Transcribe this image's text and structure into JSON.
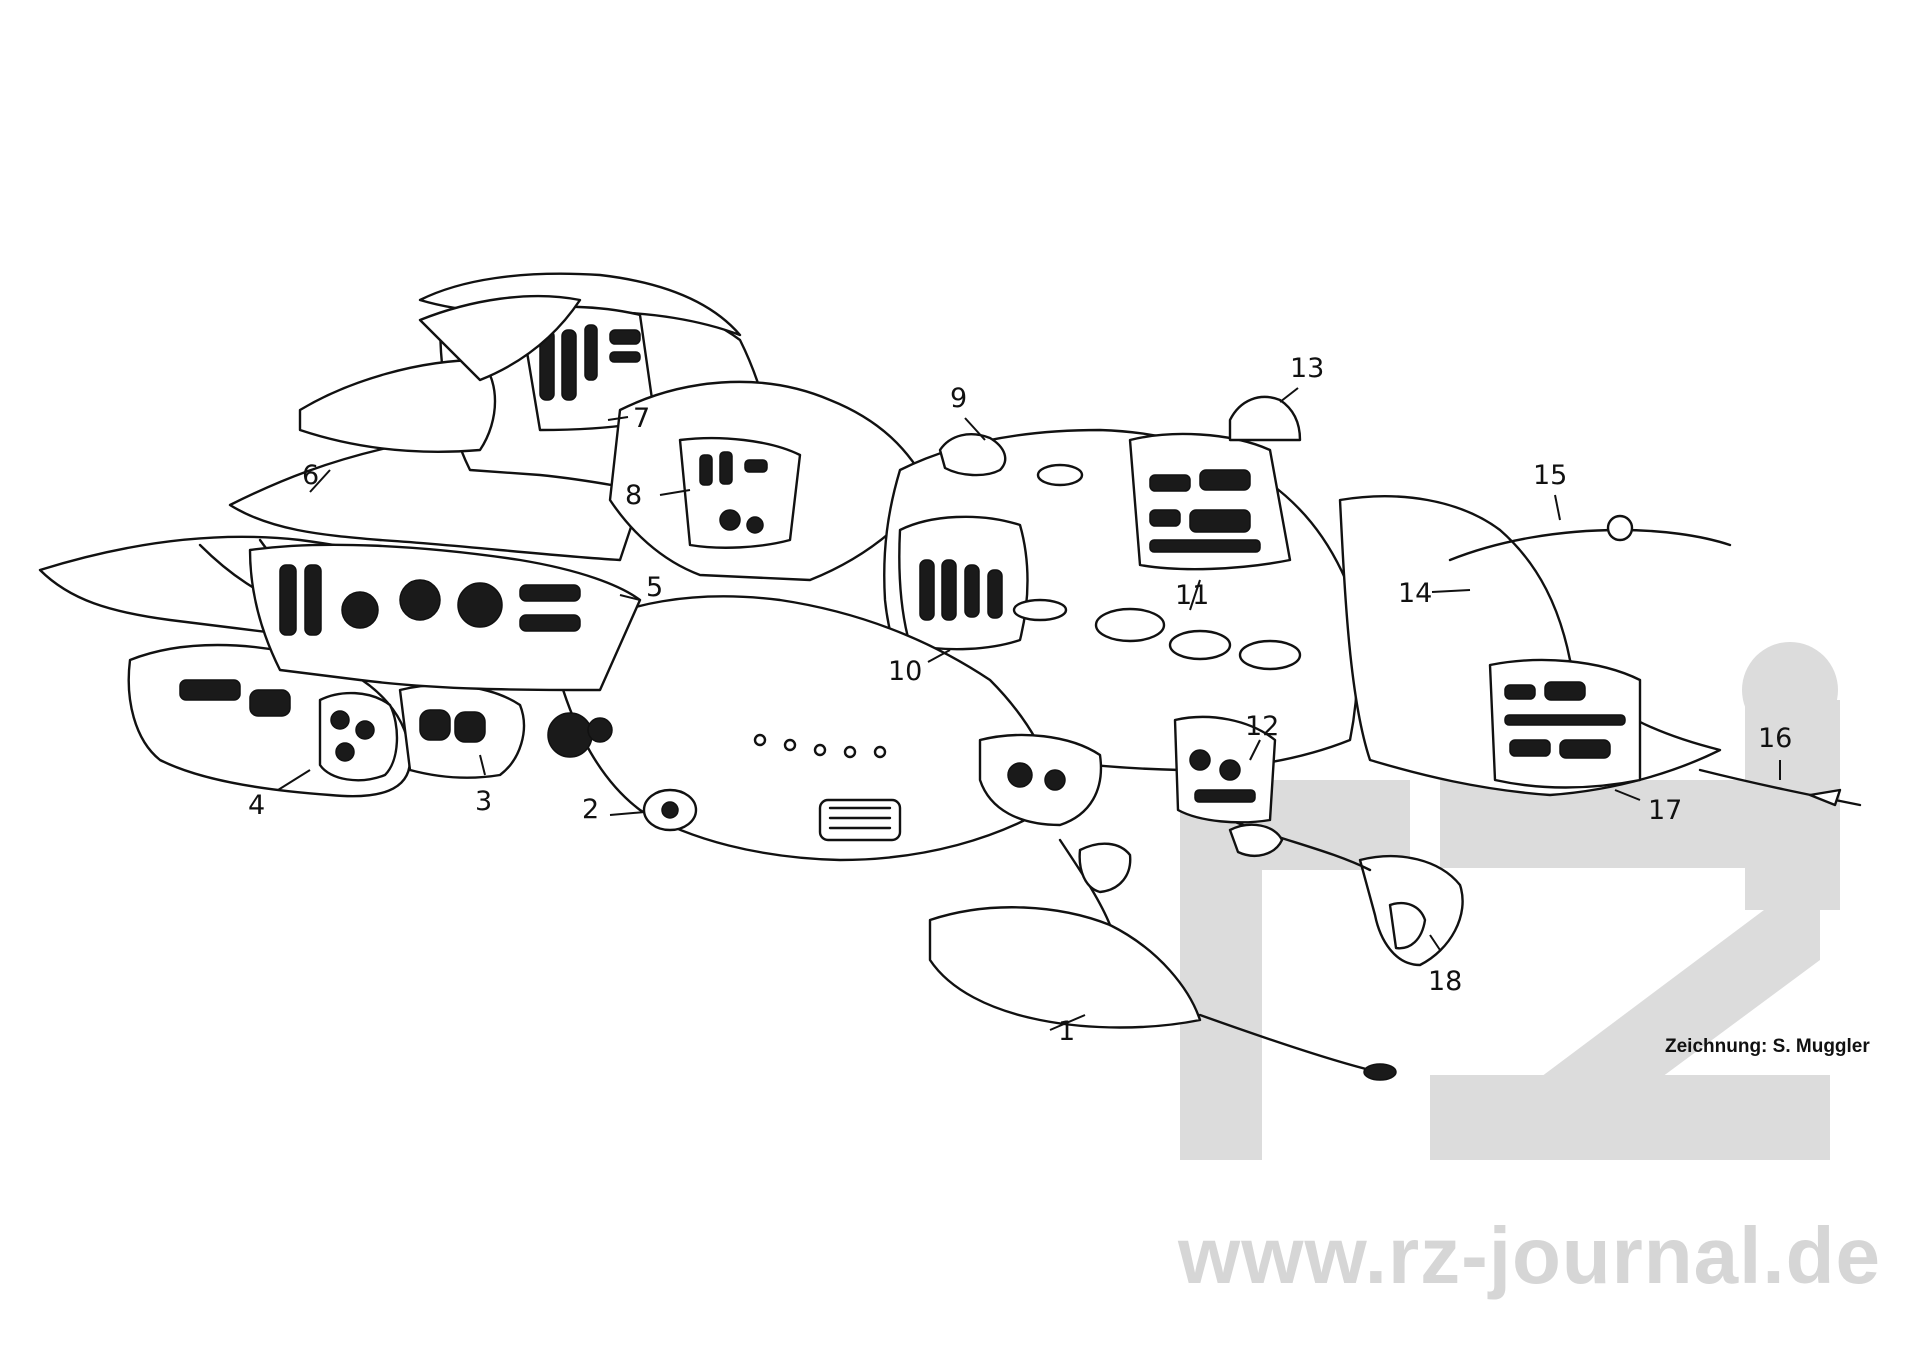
{
  "callouts": [
    "1",
    "2",
    "3",
    "4",
    "5",
    "6",
    "7",
    "8",
    "9",
    "10",
    "11",
    "12",
    "13",
    "14",
    "15",
    "16",
    "17",
    "18"
  ],
  "credit": "Zeichnung: S. Muggler",
  "watermark": {
    "url": "www.rz-journal.de",
    "logo_letters": "rz",
    "color": "#d6d6d6"
  },
  "ink_color": "#111111"
}
